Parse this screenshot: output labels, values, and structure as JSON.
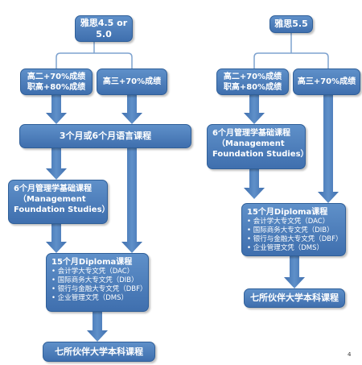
{
  "left": {
    "top": "雅思4.5 or 5.0",
    "branch_a": [
      "高二+70%成绩",
      "职高+80%成绩"
    ],
    "branch_b": "高三+70%成绩",
    "language": "3个月或6个月语言课程",
    "foundation": [
      "6个月管理学基础课程",
      "（Management",
      "Foundation Studies）"
    ],
    "diploma_title": "15个月Diploma课程",
    "diploma_items": [
      "会计学大专文凭（DAC）",
      "国际商务大专文凭（DIB）",
      "银行与金融大专文凭（DBF）",
      "企业管理文凭（DMS）"
    ],
    "final": "七所伙伴大学本科课程"
  },
  "right": {
    "top": "雅思5.5",
    "branch_a": [
      "高二+70%成绩",
      "职高+80%成绩"
    ],
    "branch_b": "高三+70%成绩",
    "foundation": [
      "6个月管理学基础课程",
      "（Management",
      "Foundation Studies）"
    ],
    "diploma_title": "15个月Diploma课程",
    "diploma_items": [
      "会计学大专文凭（DAC）",
      "国际商务大专文凭（DIB）",
      "银行与金融大专文凭（DBF）",
      "企业管理文凭（DMS）"
    ],
    "final": "七所伙伴大学本科课程"
  },
  "page_number": "4",
  "colors": {
    "box_top": "#5f90c9",
    "box_bottom": "#3f6fae",
    "arrow": "#4a78b8",
    "connector": "#7fa3cf"
  }
}
